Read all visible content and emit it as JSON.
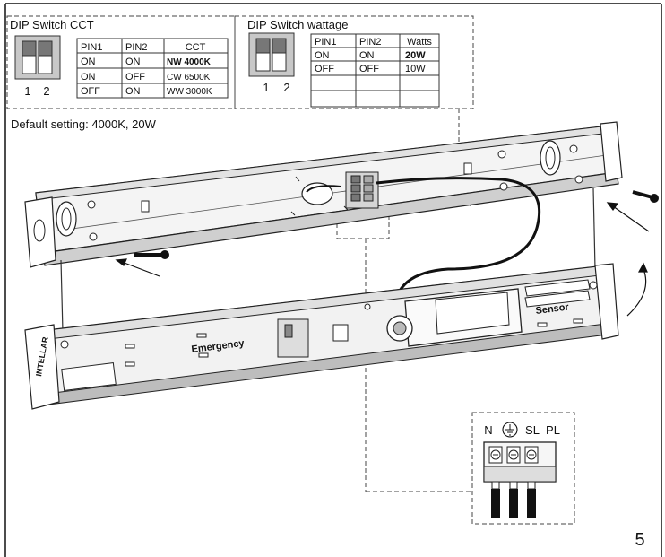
{
  "cct_box": {
    "title": "DIP Switch CCT",
    "switch_numbers": [
      "1",
      "2"
    ],
    "headers": [
      "PIN1",
      "PIN2",
      "CCT"
    ],
    "rows": [
      [
        "ON",
        "ON",
        "NW 4000K"
      ],
      [
        "ON",
        "OFF",
        "CW 6500K"
      ],
      [
        "OFF",
        "ON",
        "WW 3000K"
      ]
    ]
  },
  "wattage_box": {
    "title": "DIP Switch wattage",
    "switch_numbers": [
      "1",
      "2"
    ],
    "headers": [
      "PIN1",
      "PIN2",
      "Watts"
    ],
    "rows": [
      [
        "ON",
        "ON",
        "20W"
      ],
      [
        "OFF",
        "OFF",
        "10W"
      ],
      [
        "",
        "",
        ""
      ],
      [
        "",
        "",
        ""
      ]
    ]
  },
  "default_setting": "Default setting: 4000K, 20W",
  "labels": {
    "emergency": "Emergency",
    "sensor": "Sensor",
    "end_brand": "INTELLAR"
  },
  "terminal": {
    "pins": [
      "N",
      "SL",
      "PL"
    ],
    "ground_icon": "ground-icon"
  },
  "step_number": "5"
}
